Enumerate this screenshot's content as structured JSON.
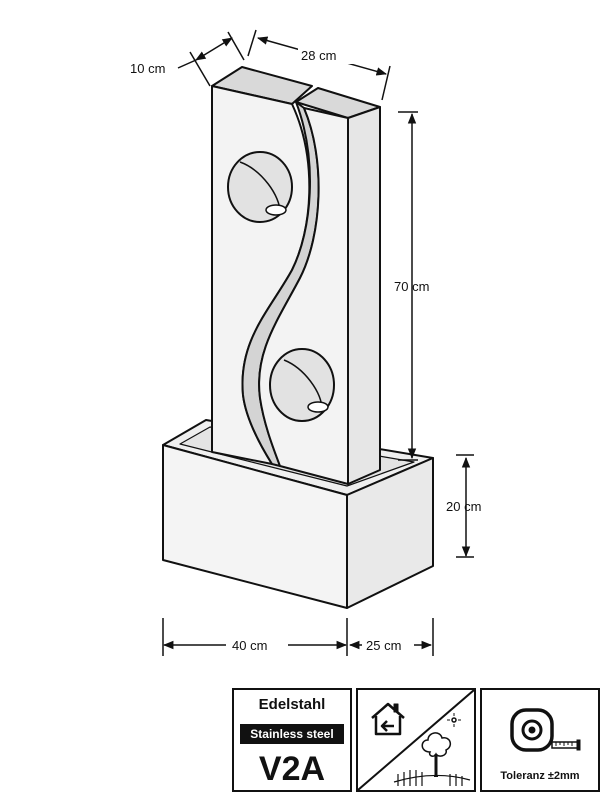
{
  "dimensions": {
    "depth_top": "10 cm",
    "width_top": "28 cm",
    "height_column": "70 cm",
    "height_base": "20 cm",
    "width_base": "40 cm",
    "depth_base": "25 cm"
  },
  "badges": {
    "material": {
      "title": "Edelstahl",
      "subtitle": "Stainless steel",
      "code": "V2A",
      "icon": "stainless-steel-label"
    },
    "usage": {
      "indoor_icon": "house-arrow-icon",
      "outdoor_icon": "tree-sun-icon"
    },
    "tolerance": {
      "label": "Toleranz ±2mm",
      "icon": "tape-measure-icon"
    }
  },
  "colors": {
    "line": "#111111",
    "fill": "#f2f2f2",
    "shade": "#d8d8d8"
  }
}
